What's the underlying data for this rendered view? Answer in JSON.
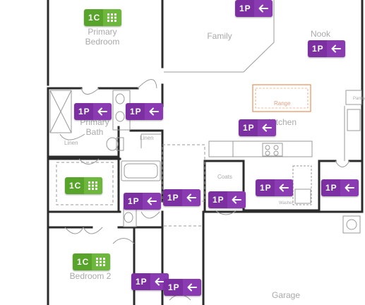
{
  "colors": {
    "purple_badge": "#7b2fa0",
    "green_badge": "#58a32a",
    "wall": "#2b2b2b",
    "label": "#a9a9a9",
    "range_outline": "#e07a3a"
  },
  "rooms": {
    "primary_bedroom_line1": "Primary",
    "primary_bedroom_line2": "Bedroom",
    "family": "Family",
    "nook": "Nook",
    "kitchen": "Kitchen",
    "primary_bath_line1": "Primary",
    "primary_bath_line2": "Bath",
    "bedroom_2": "Bedroom 2",
    "garage": "Garage"
  },
  "fixtures": {
    "linen_1": "Linen",
    "linen_2": "Linen",
    "pantry": "Pantry",
    "coats": "Coats",
    "washer": "Washer",
    "range": "Range"
  },
  "badges": [
    {
      "id": "primary-bedroom",
      "code": "1C",
      "icon": "grid-icon",
      "color": "green"
    },
    {
      "id": "family",
      "code": "1P",
      "icon": "arrow-left-icon",
      "color": "purple"
    },
    {
      "id": "nook",
      "code": "1P",
      "icon": "arrow-left-icon",
      "color": "purple"
    },
    {
      "id": "primary-bath",
      "code": "1P",
      "icon": "arrow-left-icon",
      "color": "purple"
    },
    {
      "id": "primary-closet",
      "code": "1P",
      "icon": "arrow-left-icon",
      "color": "purple"
    },
    {
      "id": "kitchen",
      "code": "1P",
      "icon": "arrow-left-icon",
      "color": "purple"
    },
    {
      "id": "bedroom-3",
      "code": "1C",
      "icon": "grid-icon",
      "color": "green"
    },
    {
      "id": "bath-2",
      "code": "1P",
      "icon": "arrow-left-icon",
      "color": "purple"
    },
    {
      "id": "hall",
      "code": "1P",
      "icon": "arrow-left-icon",
      "color": "purple"
    },
    {
      "id": "coat-closet",
      "code": "1P",
      "icon": "arrow-left-icon",
      "color": "purple"
    },
    {
      "id": "laundry",
      "code": "1P",
      "icon": "arrow-left-icon",
      "color": "purple"
    },
    {
      "id": "garage-entry",
      "code": "1P",
      "icon": "arrow-left-icon",
      "color": "purple"
    },
    {
      "id": "bedroom-2",
      "code": "1C",
      "icon": "grid-icon",
      "color": "green"
    },
    {
      "id": "hall-lower",
      "code": "1P",
      "icon": "arrow-left-icon",
      "color": "purple"
    },
    {
      "id": "entry",
      "code": "1P",
      "icon": "arrow-left-icon",
      "color": "purple"
    }
  ]
}
